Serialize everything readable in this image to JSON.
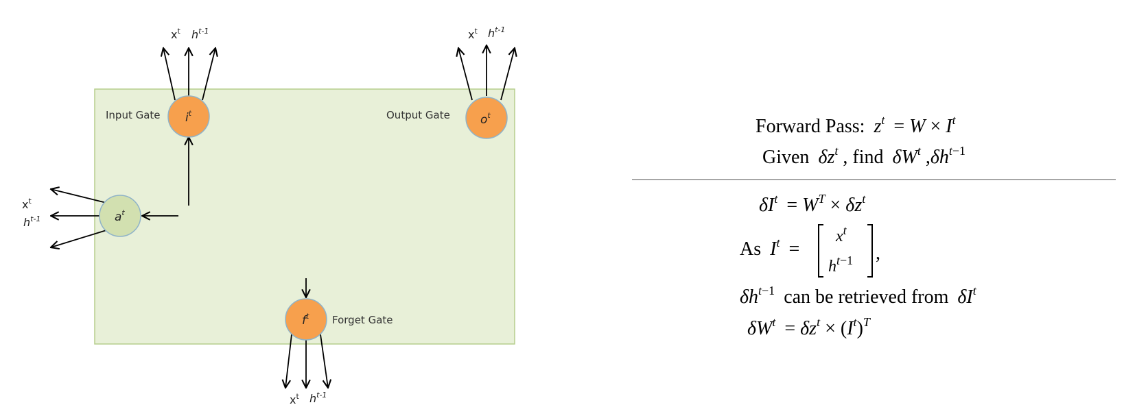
{
  "diagram": {
    "gates": {
      "input": {
        "label": "Input Gate",
        "symbol": "i",
        "sup": "t"
      },
      "output": {
        "label": "Output Gate",
        "symbol": "o",
        "sup": "t"
      },
      "forget": {
        "label": "Forget Gate",
        "symbol": "f",
        "sup": "t"
      },
      "activation": {
        "symbol": "a",
        "sup": "t"
      }
    },
    "inputs": {
      "x": "x",
      "x_sup": "t",
      "h": "h",
      "h_sup": "t-1"
    },
    "colors": {
      "box_fill": "#e8f0d8",
      "box_border": "#b5cd8c",
      "gate_orange": "#f7a04d",
      "gate_green": "#d2e0b0",
      "gate_border": "#8fb3c8",
      "arrow": "#000000"
    }
  },
  "equations": {
    "forward_label": "Forward Pass:",
    "forward_eq": "z",
    "given": "Given",
    "find": "find",
    "as_label": "As",
    "retrieved": "can be retrieved from"
  }
}
